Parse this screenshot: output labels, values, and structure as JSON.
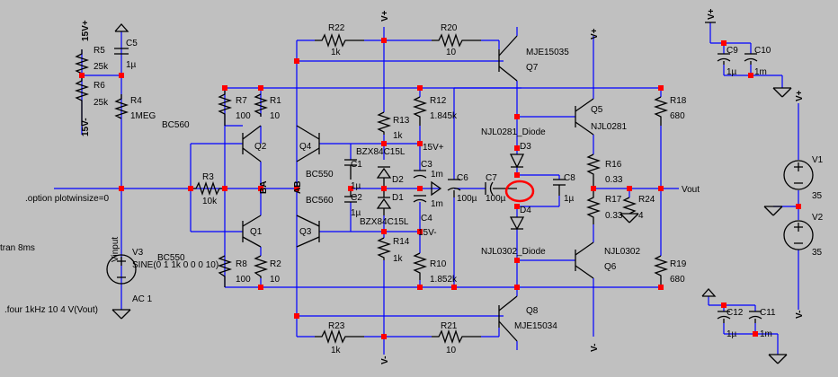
{
  "schematic": {
    "title": "",
    "supply_labels": {
      "v_plus": "V+",
      "v_minus": "V-",
      "plus15": "15V+",
      "minus15": "15V-"
    },
    "directives": {
      "plotwinsize": ".option plotwinsize=0",
      "tran": "tran 8ms",
      "four": ".four 1kHz 10 4 V(Vout)"
    },
    "net_labels": {
      "vinput": "Vinput",
      "vout": "Vout",
      "ba": "BA",
      "ab": "AB"
    },
    "components": {
      "R22": {
        "name": "R22",
        "value": "1k"
      },
      "R20": {
        "name": "R20",
        "value": "10"
      },
      "R23": {
        "name": "R23",
        "value": "1k"
      },
      "R21": {
        "name": "R21",
        "value": "10"
      },
      "R5": {
        "name": "R5",
        "value": "25k"
      },
      "R6": {
        "name": "R6",
        "value": "25k"
      },
      "R4": {
        "name": "R4",
        "value": "1MEG"
      },
      "C5": {
        "name": "C5",
        "value": "1µ"
      },
      "R7": {
        "name": "R7",
        "value": "100"
      },
      "R1": {
        "name": "R1",
        "value": "10"
      },
      "R3": {
        "name": "R3",
        "value": "10k"
      },
      "R8": {
        "name": "R8",
        "value": "100"
      },
      "R2": {
        "name": "R2",
        "value": "10"
      },
      "Q1": {
        "name": "Q1",
        "model": "BC550"
      },
      "Q2": {
        "name": "Q2",
        "model": "BC560"
      },
      "Q3": {
        "name": "Q3",
        "model": "BC560"
      },
      "Q4": {
        "name": "Q4",
        "model": "BC550"
      },
      "C1": {
        "name": "C1",
        "value": "1µ"
      },
      "C2": {
        "name": "C2",
        "value": "1µ"
      },
      "D1": {
        "name": "D1",
        "model": "BZX84C15L"
      },
      "D2": {
        "name": "D2",
        "model": "BZX84C15L"
      },
      "R13": {
        "name": "R13",
        "value": "1k"
      },
      "R14": {
        "name": "R14",
        "value": "1k"
      },
      "R12": {
        "name": "R12",
        "value": "1.845k"
      },
      "R10": {
        "name": "R10",
        "value": "1.852k"
      },
      "C3": {
        "name": "C3",
        "value": "1m"
      },
      "C4": {
        "name": "C4",
        "value": "1m"
      },
      "C6": {
        "name": "C6",
        "value": "100µ"
      },
      "C7": {
        "name": "C7",
        "value": "100µ"
      },
      "Q7": {
        "name": "Q7",
        "model": "MJE15035"
      },
      "Q8": {
        "name": "Q8",
        "model": "MJE15034"
      },
      "D3": {
        "name": "D3",
        "model": "NJL0281_Diode"
      },
      "D4": {
        "name": "D4",
        "model": "NJL0302_Diode"
      },
      "C8": {
        "name": "C8",
        "value": "1µ"
      },
      "Q5": {
        "name": "Q5",
        "model": "NJL0281"
      },
      "Q6": {
        "name": "Q6",
        "model": "NJL0302"
      },
      "R16": {
        "name": "R16",
        "value": "0.33"
      },
      "R17": {
        "name": "R17",
        "value": "0.33"
      },
      "R24": {
        "name": "R24",
        "value": "4"
      },
      "R18": {
        "name": "R18",
        "value": "680"
      },
      "R19": {
        "name": "R19",
        "value": "680"
      },
      "C9": {
        "name": "C9",
        "value": "1µ"
      },
      "C10": {
        "name": "C10",
        "value": "1m"
      },
      "C11": {
        "name": "C11",
        "value": "1m"
      },
      "C12": {
        "name": "C12",
        "value": "1µ"
      },
      "V1": {
        "name": "V1",
        "value": "35"
      },
      "V2": {
        "name": "V2",
        "value": "35"
      },
      "V3": {
        "name": "V3",
        "value": "SINE(0 1 1k 0 0 0 10)",
        "extra": "AC 1"
      }
    },
    "colors": {
      "background": "#c0c0c0",
      "wire": "#0000ff",
      "junction": "#ff0000",
      "component": "#000000",
      "highlight": "#ff0000"
    }
  }
}
